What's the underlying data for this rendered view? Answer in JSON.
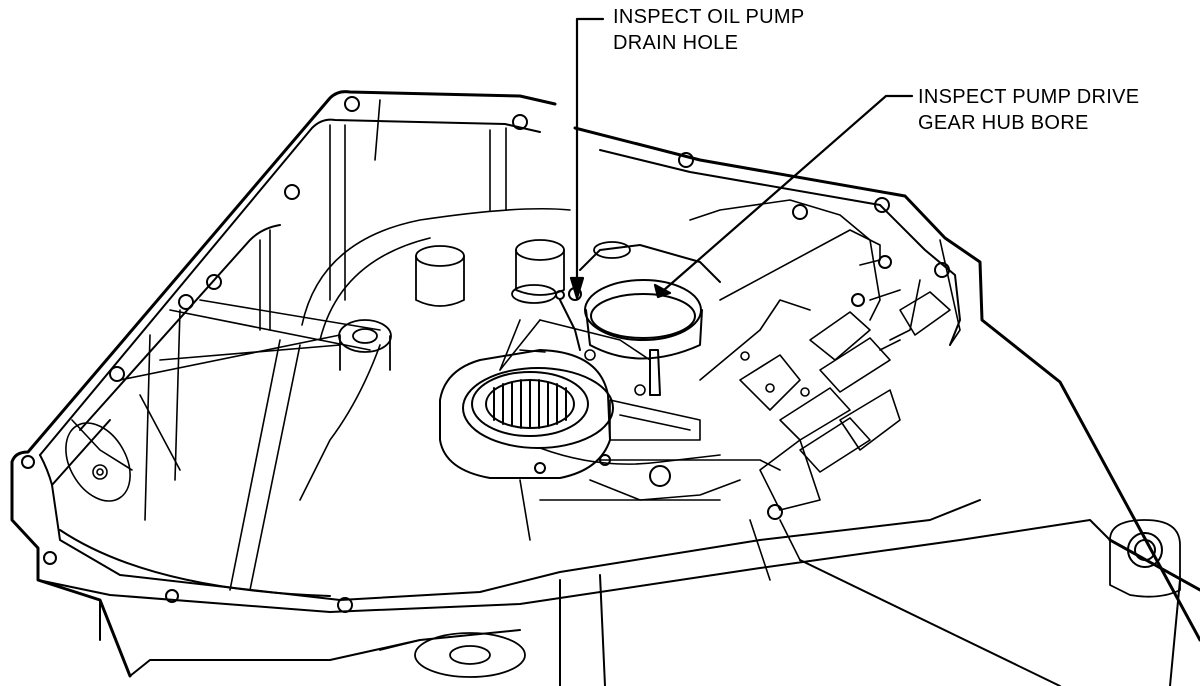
{
  "colors": {
    "line": "#000000",
    "background": "#ffffff"
  },
  "callouts": {
    "drain_hole": {
      "line1": "INSPECT OIL PUMP",
      "line2": "DRAIN HOLE"
    },
    "hub_bore": {
      "line1": "INSPECT PUMP DRIVE",
      "line2": "GEAR HUB BORE"
    }
  }
}
